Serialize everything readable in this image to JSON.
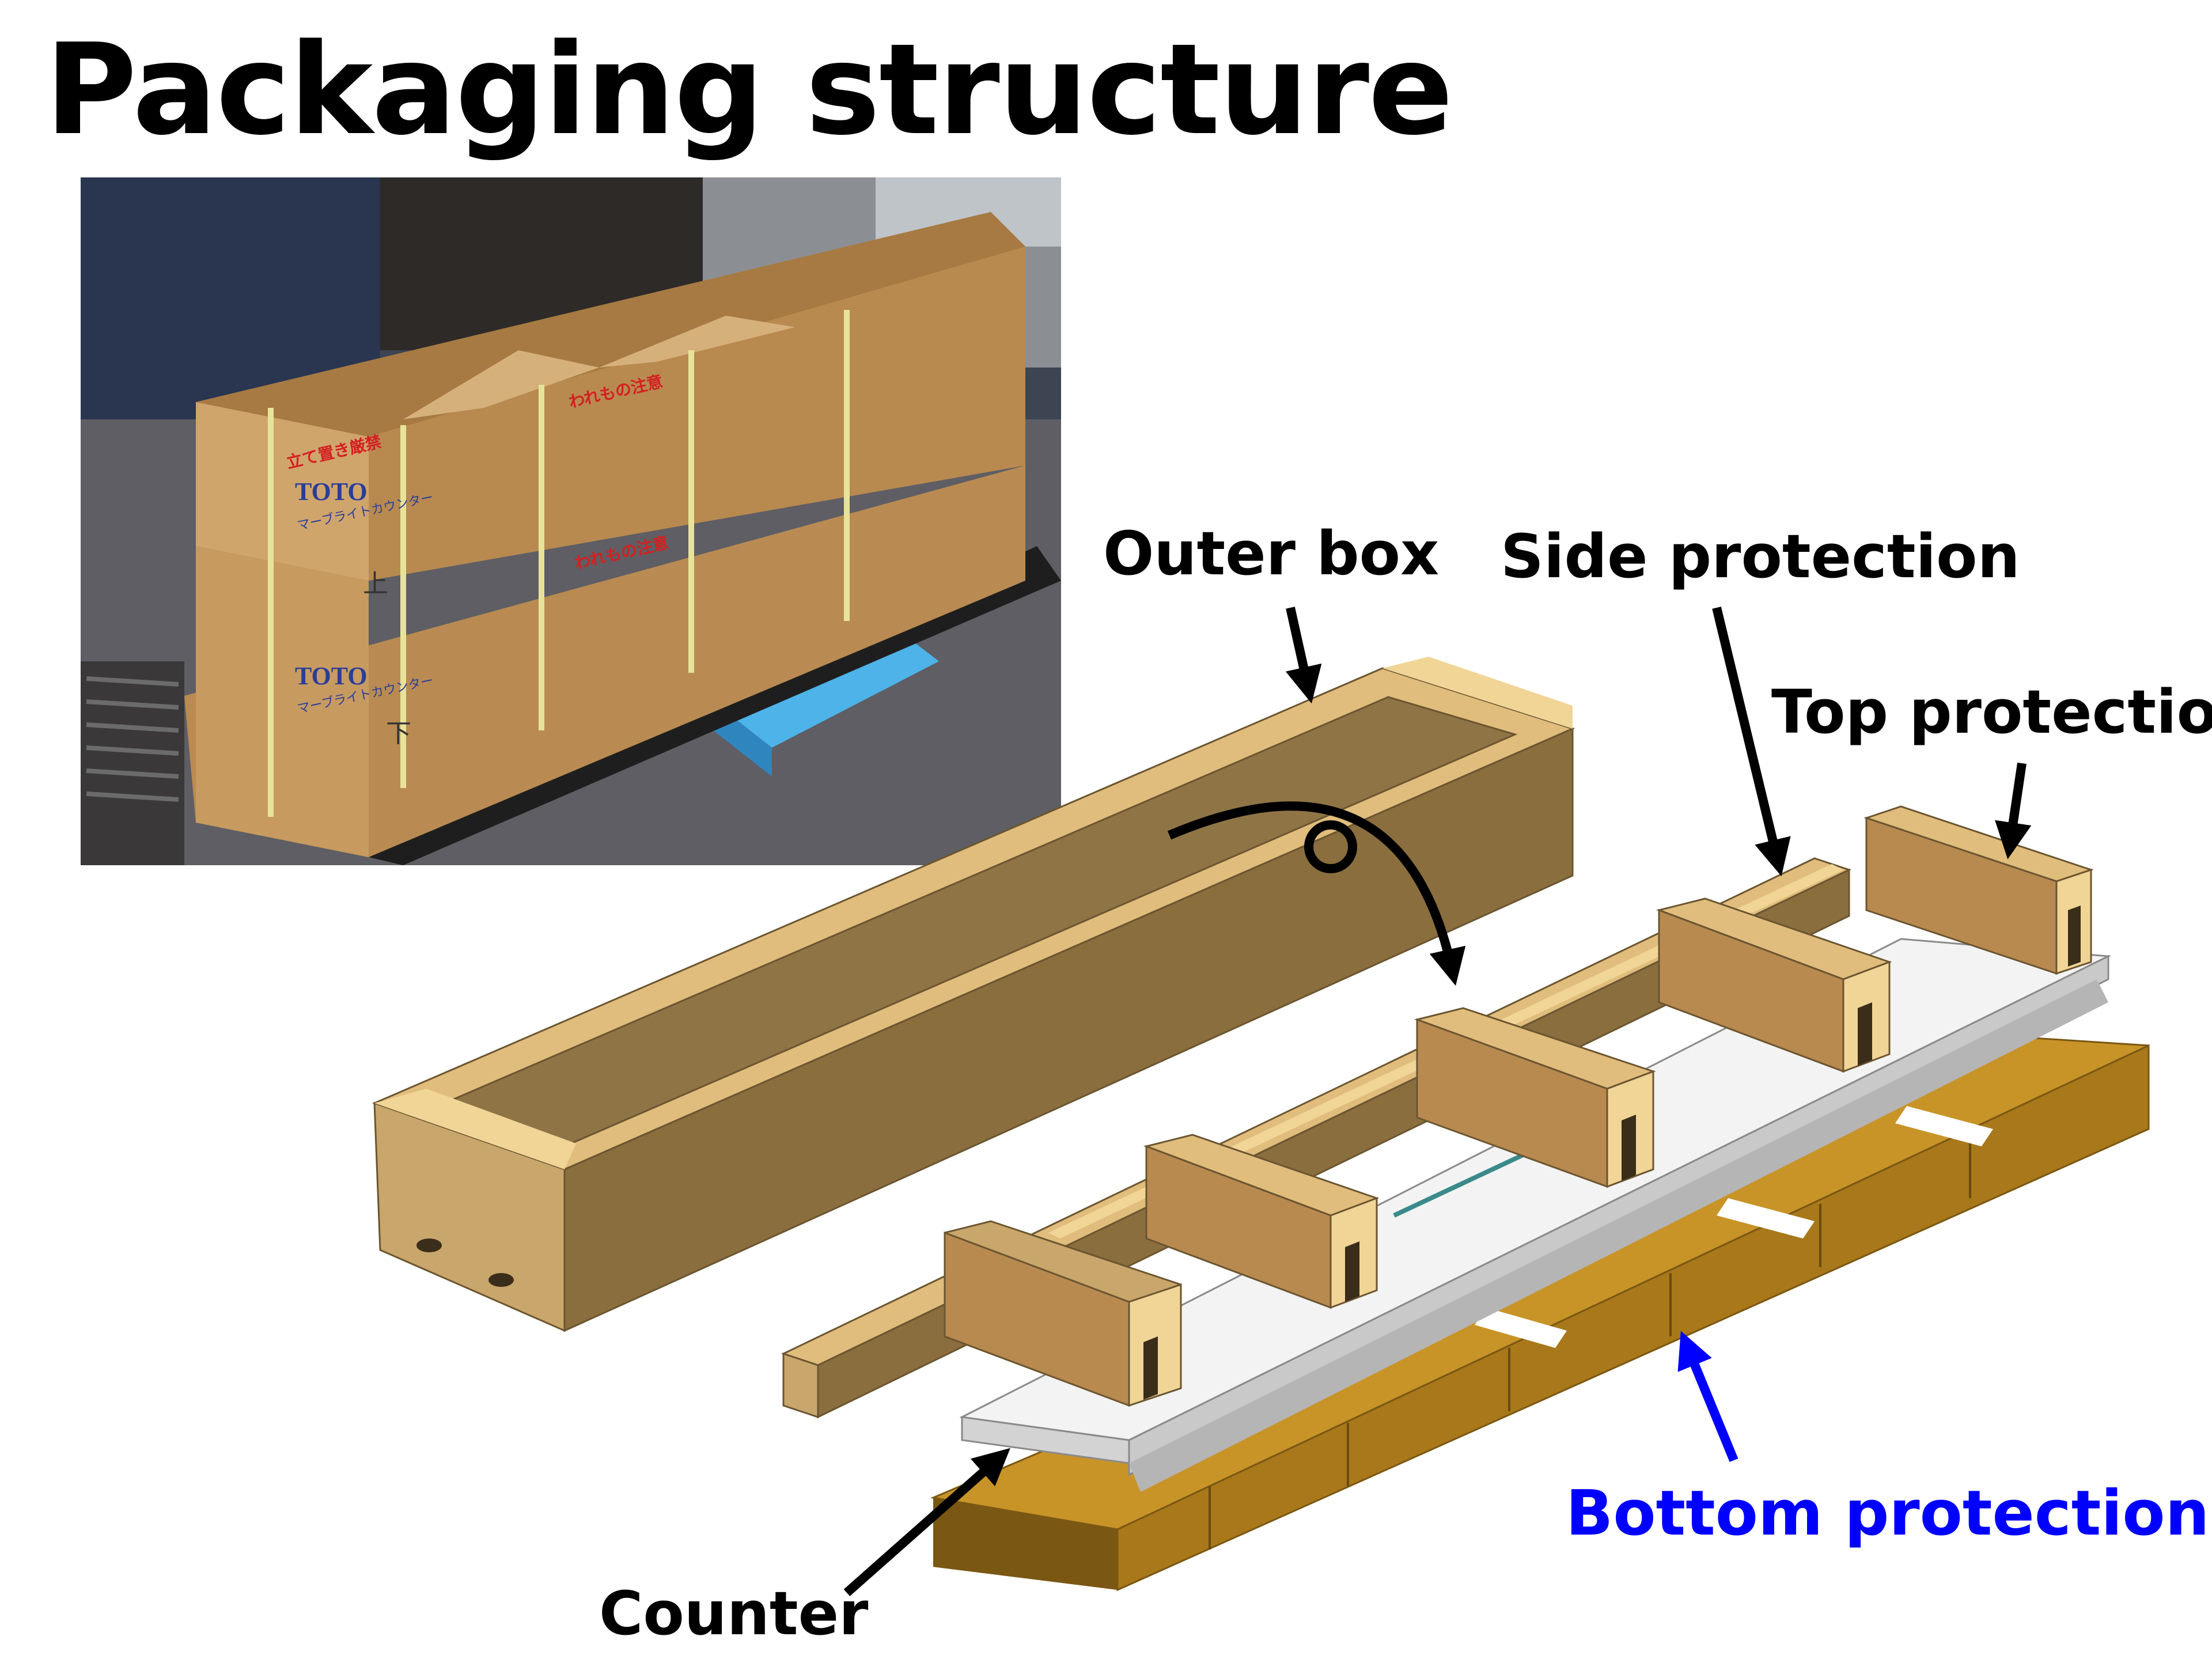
{
  "title": "Packaging structure",
  "photo": {
    "box_brand": "TOTO",
    "box_product": "マーブライトカウンター",
    "box_caution_1": "立て置き厳禁",
    "box_caution_2": "われもの注意",
    "box_position_upper": "上",
    "box_position_lower": "下"
  },
  "labels": {
    "outer_box": "Outer box",
    "side_protection": "Side protection",
    "top_protection": "Top protection",
    "bottom_protection": "Bottom protection",
    "counter": "Counter"
  },
  "colors": {
    "cardboard": "#c9a66b",
    "cardboard_dark": "#8a6e3e",
    "cardboard_edge": "#e2c083",
    "bottom_foam": "#b8861f",
    "bottom_foam_dark": "#7a5712",
    "counter": "#e9e9e9",
    "pallet": "#4db3e8",
    "bottom_label": "#0000ff"
  }
}
